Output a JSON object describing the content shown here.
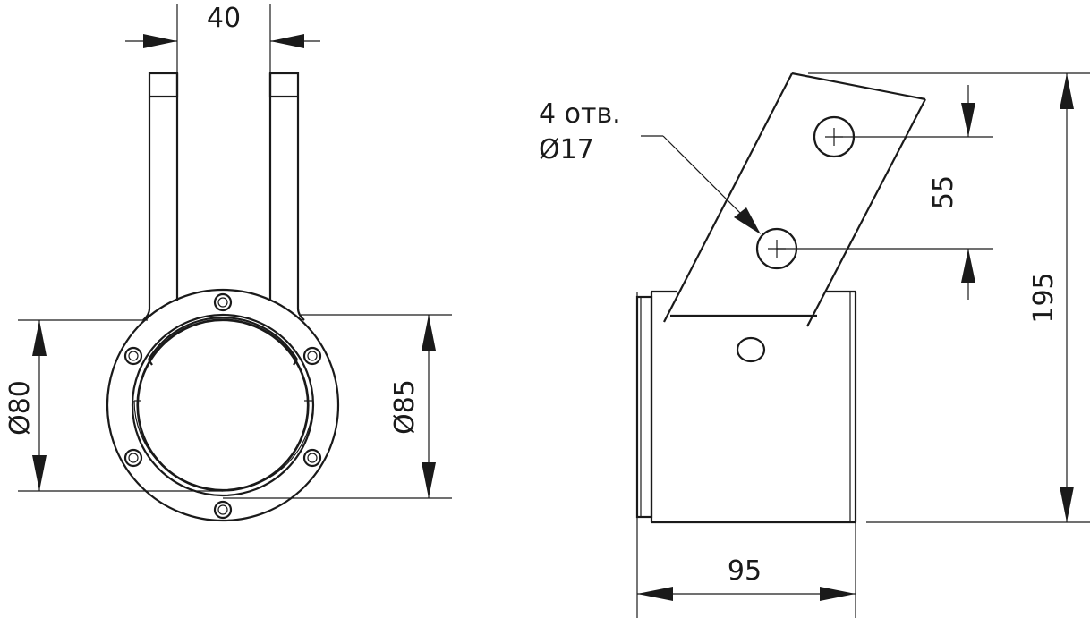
{
  "dimensions": {
    "slot_width": "40",
    "inner_diameter": "Ø80",
    "outer_diameter": "Ø85",
    "holes_count": "4 отв.",
    "holes_diameter": "Ø17",
    "hole_spacing": "55",
    "total_height": "195",
    "body_width": "95"
  },
  "colors": {
    "line": "#1a1a1a",
    "background": "#ffffff"
  }
}
